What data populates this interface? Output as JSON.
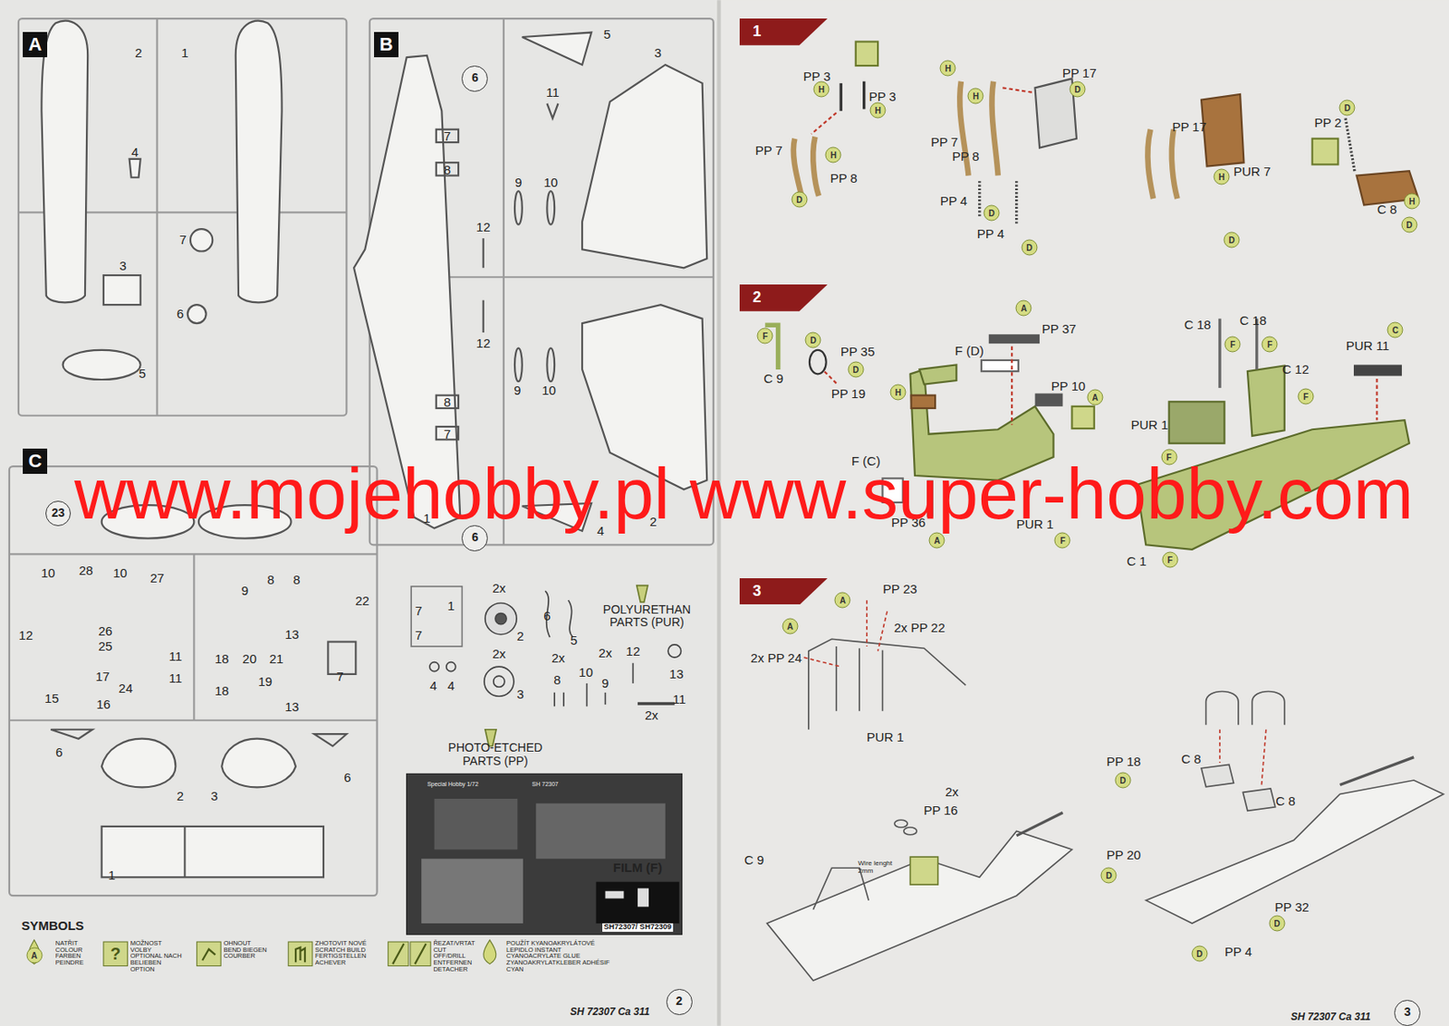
{
  "diagram": {
    "nodes": [
      {
        "text": [
          "A"
        ]
      },
      {
        "text": [
          "B"
        ]
      },
      {
        "text": [
          "C"
        ]
      },
      {
        "text": [
          "6"
        ]
      },
      {
        "text": [
          "6"
        ]
      },
      {
        "text": [
          "23"
        ]
      },
      {
        "text": [
          "1"
        ]
      },
      {
        "text": [
          "2"
        ]
      },
      {
        "text": [
          "3"
        ]
      },
      {
        "text": [
          "2"
        ]
      },
      {
        "text": [
          "3"
        ]
      }
    ],
    "labels": [
      "2",
      "1",
      "4",
      "7",
      "3",
      "6",
      "5",
      "5",
      "3",
      "11",
      "7",
      "8",
      "9",
      "10",
      "12",
      "12",
      "9",
      "10",
      "8",
      "7",
      "1",
      "4",
      "2",
      "10",
      "28",
      "10",
      "27",
      "9",
      "8",
      "8",
      "22",
      "12",
      "26",
      "25",
      "11",
      "13",
      "18",
      "20",
      "21",
      "7",
      "17",
      "24",
      "11",
      "18",
      "19",
      "15",
      "16",
      "13",
      "6",
      "6",
      "2",
      "3",
      "1",
      "7",
      "1",
      "7",
      "2x",
      "2",
      "6",
      "5",
      "POLYURETHAN PARTS (PUR)",
      "2x",
      "3",
      "2x",
      "2x",
      "12",
      "10",
      "9",
      "8",
      "13",
      "4",
      "4",
      "2x",
      "11",
      "PHOTO-ETCHED PARTS (PP)",
      "Special Hobby 1/72",
      "SH 72307",
      "FILM (F)",
      "SH72307/ SH72309",
      "SYMBOLS",
      "SH 72307 Ca 311",
      "PP 3",
      "PP 3",
      "PP 7",
      "PP 8",
      "PP 7",
      "PP 8",
      "PP 17",
      "PP 4",
      "PP 4",
      "PP 17",
      "PUR 7",
      "PP 2",
      "C 8",
      "H",
      "H",
      "H",
      "D",
      "H",
      "H",
      "D",
      "D",
      "D",
      "H",
      "D",
      "D",
      "H",
      "D",
      "PP 37",
      "F (D)",
      "PP 35",
      "C 9",
      "PP 19",
      "PP 10",
      "F (C)",
      "PUR 1",
      "PP 36",
      "C 18",
      "C 18",
      "C 12",
      "PUR 11",
      "PUR 1",
      "C 1",
      "A",
      "F",
      "D",
      "D",
      "H",
      "A",
      "F",
      "A",
      "F",
      "F",
      "F",
      "C",
      "F",
      "F",
      "PP 23",
      "2x PP 22",
      "2x PP 24",
      "PUR 1",
      "2x",
      "PP 16",
      "Wire lenght 2mm",
      "C 9",
      "PP 18",
      "C 8",
      "C 8",
      "PP 20",
      "PP 32",
      "PP 4",
      "A",
      "A",
      "D",
      "D",
      "D",
      "D",
      "SH 72307 Ca 311",
      "www.mojehobby.pl www.super-hobby.com",
      "A",
      "?"
    ],
    "legend": [
      {
        "text": "NATŘIT COLOUR FARBEN PEINDRE"
      },
      {
        "text": "MOŽNOST VOLBY OPTIONAL NACH BELIEBEN OPTION"
      },
      {
        "text": "OHNOUT BEND BIEGEN COURBER"
      },
      {
        "text": "ZHOTOVIT NOVÉ SCRATCH BUILD FERTIGSTELLEN ACHEVER"
      },
      {
        "text": "ŘEZAT/VRTAT CUT OFF/DRILL ENTFERNEN DETACHER"
      },
      {
        "text": "POUŽÍT KYANOAKRYLÁTOVÉ LEPIDLO INSTANT CYANOACRYLATE GLUE ZYANOAKRYLATKLEBER ADHÉSIF CYAN"
      }
    ]
  }
}
